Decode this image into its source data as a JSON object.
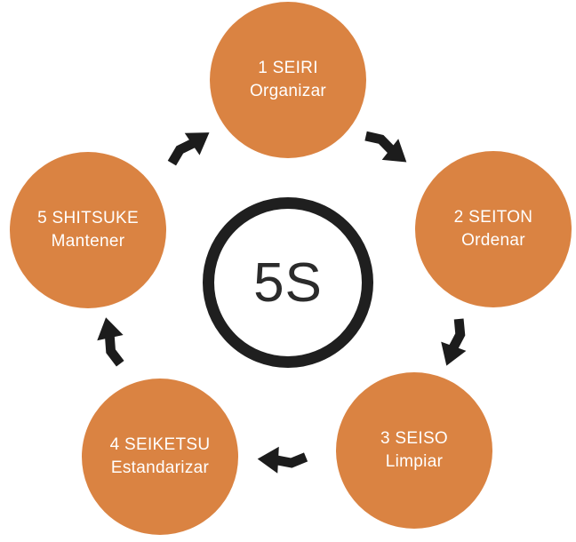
{
  "diagram": {
    "center": {
      "label": "5S"
    },
    "nodes": [
      {
        "id": "seiri",
        "line1": "1 SEIRI",
        "line2": "Organizar"
      },
      {
        "id": "seiton",
        "line1": "2 SEITON",
        "line2": "Ordenar"
      },
      {
        "id": "seiso",
        "line1": "3 SEISO",
        "line2": "Limpiar"
      },
      {
        "id": "seiketsu",
        "line1": "4 SEIKETSU",
        "line2": "Estandarizar"
      },
      {
        "id": "shitsuke",
        "line1": "5 SHITSUKE",
        "line2": "Mantener"
      }
    ],
    "arrows": {
      "direction": "clockwise",
      "items": [
        {
          "name": "arrow-seiri-to-seiton-icon"
        },
        {
          "name": "arrow-seiton-to-seiso-icon"
        },
        {
          "name": "arrow-seiso-to-seiketsu-icon"
        },
        {
          "name": "arrow-seiketsu-to-shitsuke-icon"
        },
        {
          "name": "arrow-shitsuke-to-seiri-icon"
        }
      ]
    },
    "colors": {
      "background": "#FFFFFF",
      "node_fill": "#DA8342",
      "node_text": "#FFFFFF",
      "center_ring": "#1F1F1F",
      "center_text": "#2B2B2B",
      "arrow": "#1C1C1C"
    }
  }
}
